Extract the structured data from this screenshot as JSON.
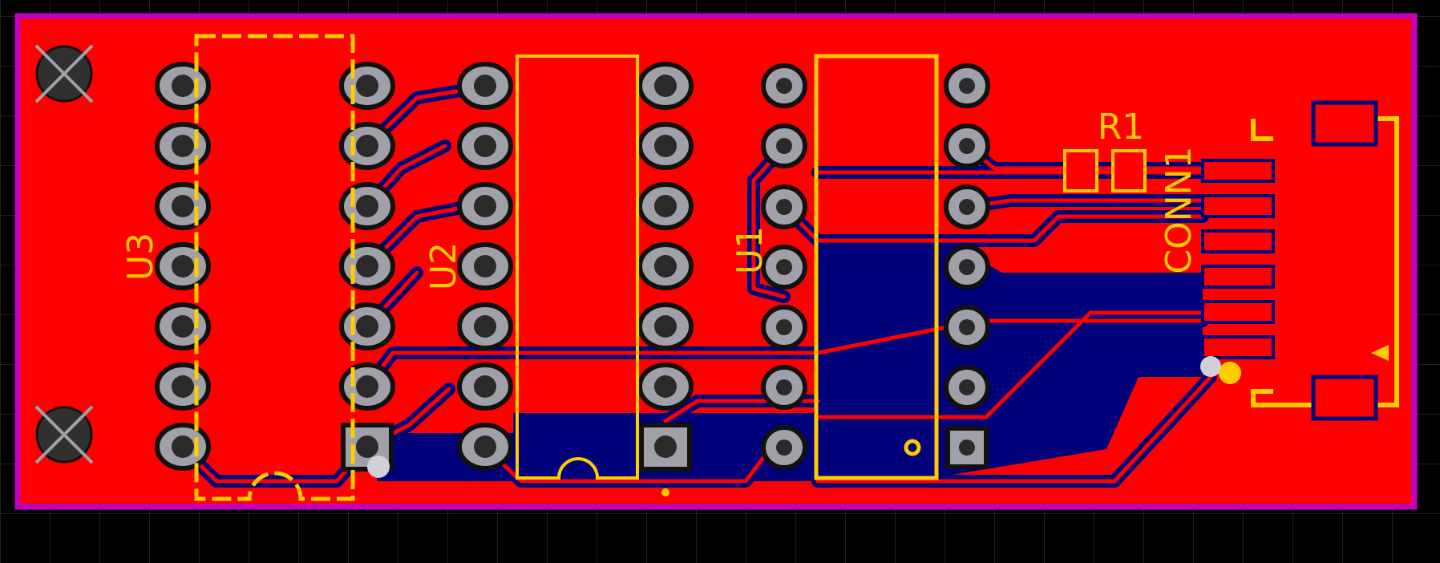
{
  "colors": {
    "background": "#000000",
    "grid": "#2a2a2a",
    "board_edge": "#c000c0",
    "copper_top": "#ff0000",
    "copper_bottom": "#00007a",
    "silkscreen": "#ffcc00",
    "pad_fill": "#a0a0a8",
    "drill": "#2a2a2a",
    "mounting_hole": "#303030"
  },
  "components": {
    "u3": {
      "designator": "U3"
    },
    "u2": {
      "designator": "U2"
    },
    "u1": {
      "designator": "U1"
    },
    "r1": {
      "designator": "R1"
    },
    "conn1": {
      "designator": "CONN1"
    }
  },
  "icons": {
    "mounting_hole": "mounting-hole-icon",
    "pin1_marker": "pin1-dot-icon",
    "connector_arrow": "triangle-arrow-icon"
  }
}
